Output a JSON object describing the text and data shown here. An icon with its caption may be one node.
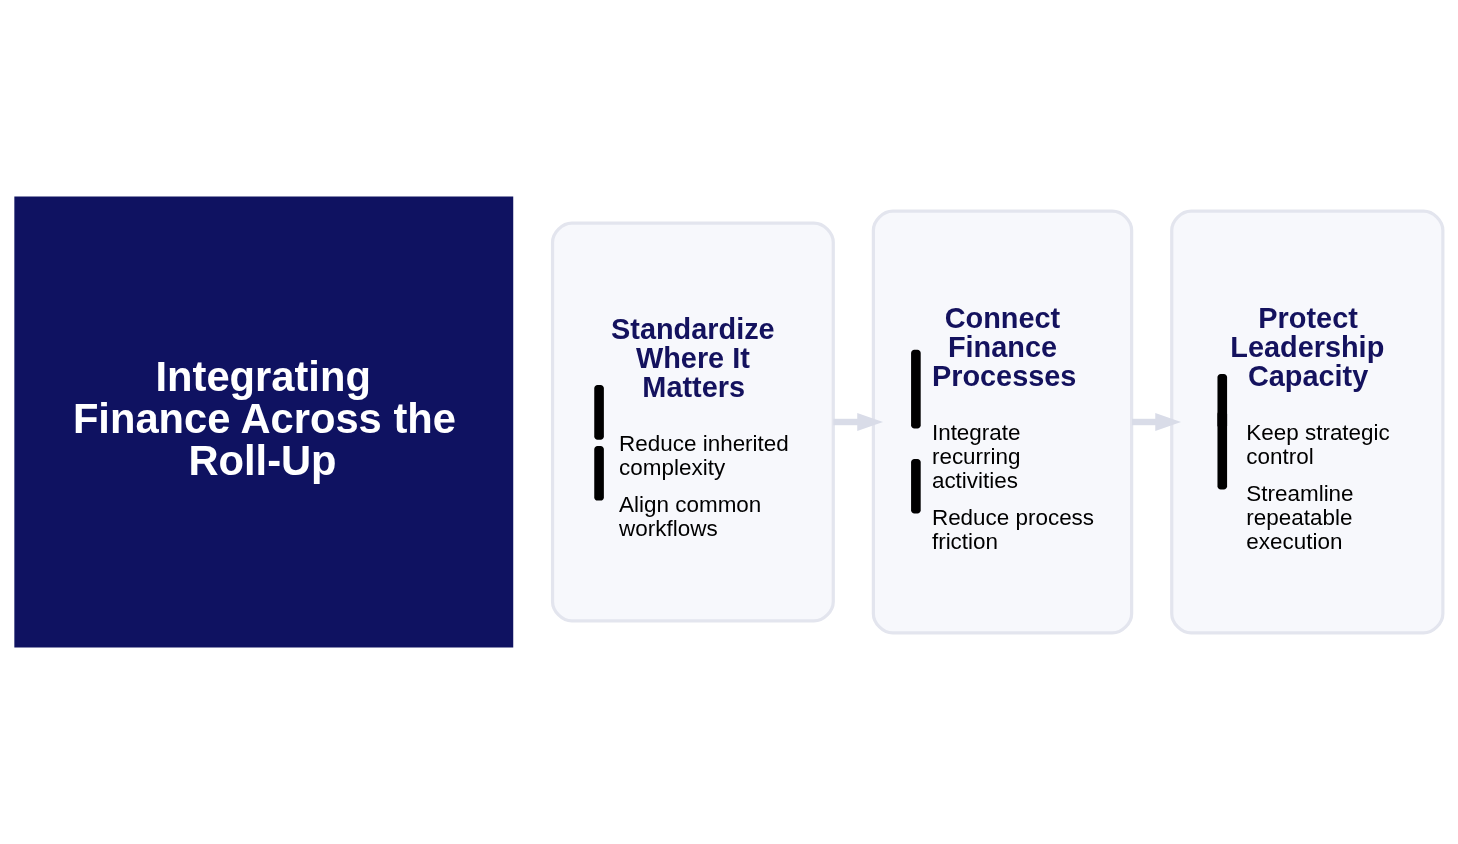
{
  "diagram": {
    "nodes": [
      {
        "text": [
          "Integrating Finance Across the Roll-Up"
        ]
      },
      {
        "text": [
          "Standardize Where It Matters",
          "Reduce inherited complexity",
          "Align common workflows"
        ]
      },
      {
        "text": [
          "Connect Finance Processes",
          "Integrate recurring activities",
          "Reduce process friction"
        ]
      },
      {
        "text": [
          "Protect Leadership Capacity",
          "Keep strategic control",
          "Streamline repeatable execution"
        ]
      }
    ],
    "edges": [
      {
        "from": 1,
        "to": 2,
        "arrow": "to"
      },
      {
        "from": 2,
        "to": 3,
        "arrow": "to"
      }
    ]
  }
}
